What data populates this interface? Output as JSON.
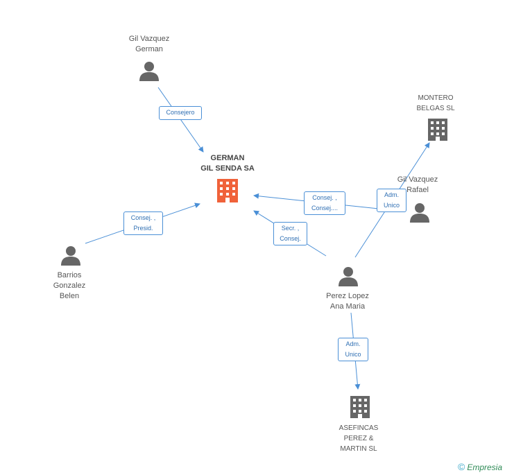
{
  "nodes": {
    "main": {
      "name": "GERMAN\nGIL SENDA SA",
      "type": "company",
      "color": "#f0623a"
    },
    "gil_german": {
      "name": "Gil Vazquez\nGerman",
      "type": "person"
    },
    "barrios": {
      "name": "Barrios\nGonzalez\nBelen",
      "type": "person"
    },
    "montero": {
      "name": "MONTERO\nBELGAS SL",
      "type": "company"
    },
    "gil_rafael": {
      "name": "Gil Vazquez\nRafael",
      "type": "person"
    },
    "perez": {
      "name": "Perez Lopez\nAna Maria",
      "type": "person"
    },
    "asefincas": {
      "name": "ASEFINCAS\nPEREZ &\nMARTIN  SL",
      "type": "company"
    }
  },
  "edges": {
    "consejero": "Consejero",
    "consej_presid": "Consej. ,\nPresid.",
    "consej_consej": "Consej. ,\nConsej....",
    "secr_consej": "Secr. ,\nConsej.",
    "adm_unico_montero": "Adm.\nUnico",
    "adm_unico_asefincas": "Adm.\nUnico"
  },
  "colors": {
    "edge": "#4a8fd6",
    "icon": "#666666",
    "main_icon": "#f0623a"
  },
  "footer": {
    "copyright": "©",
    "brand": "Empresia"
  }
}
